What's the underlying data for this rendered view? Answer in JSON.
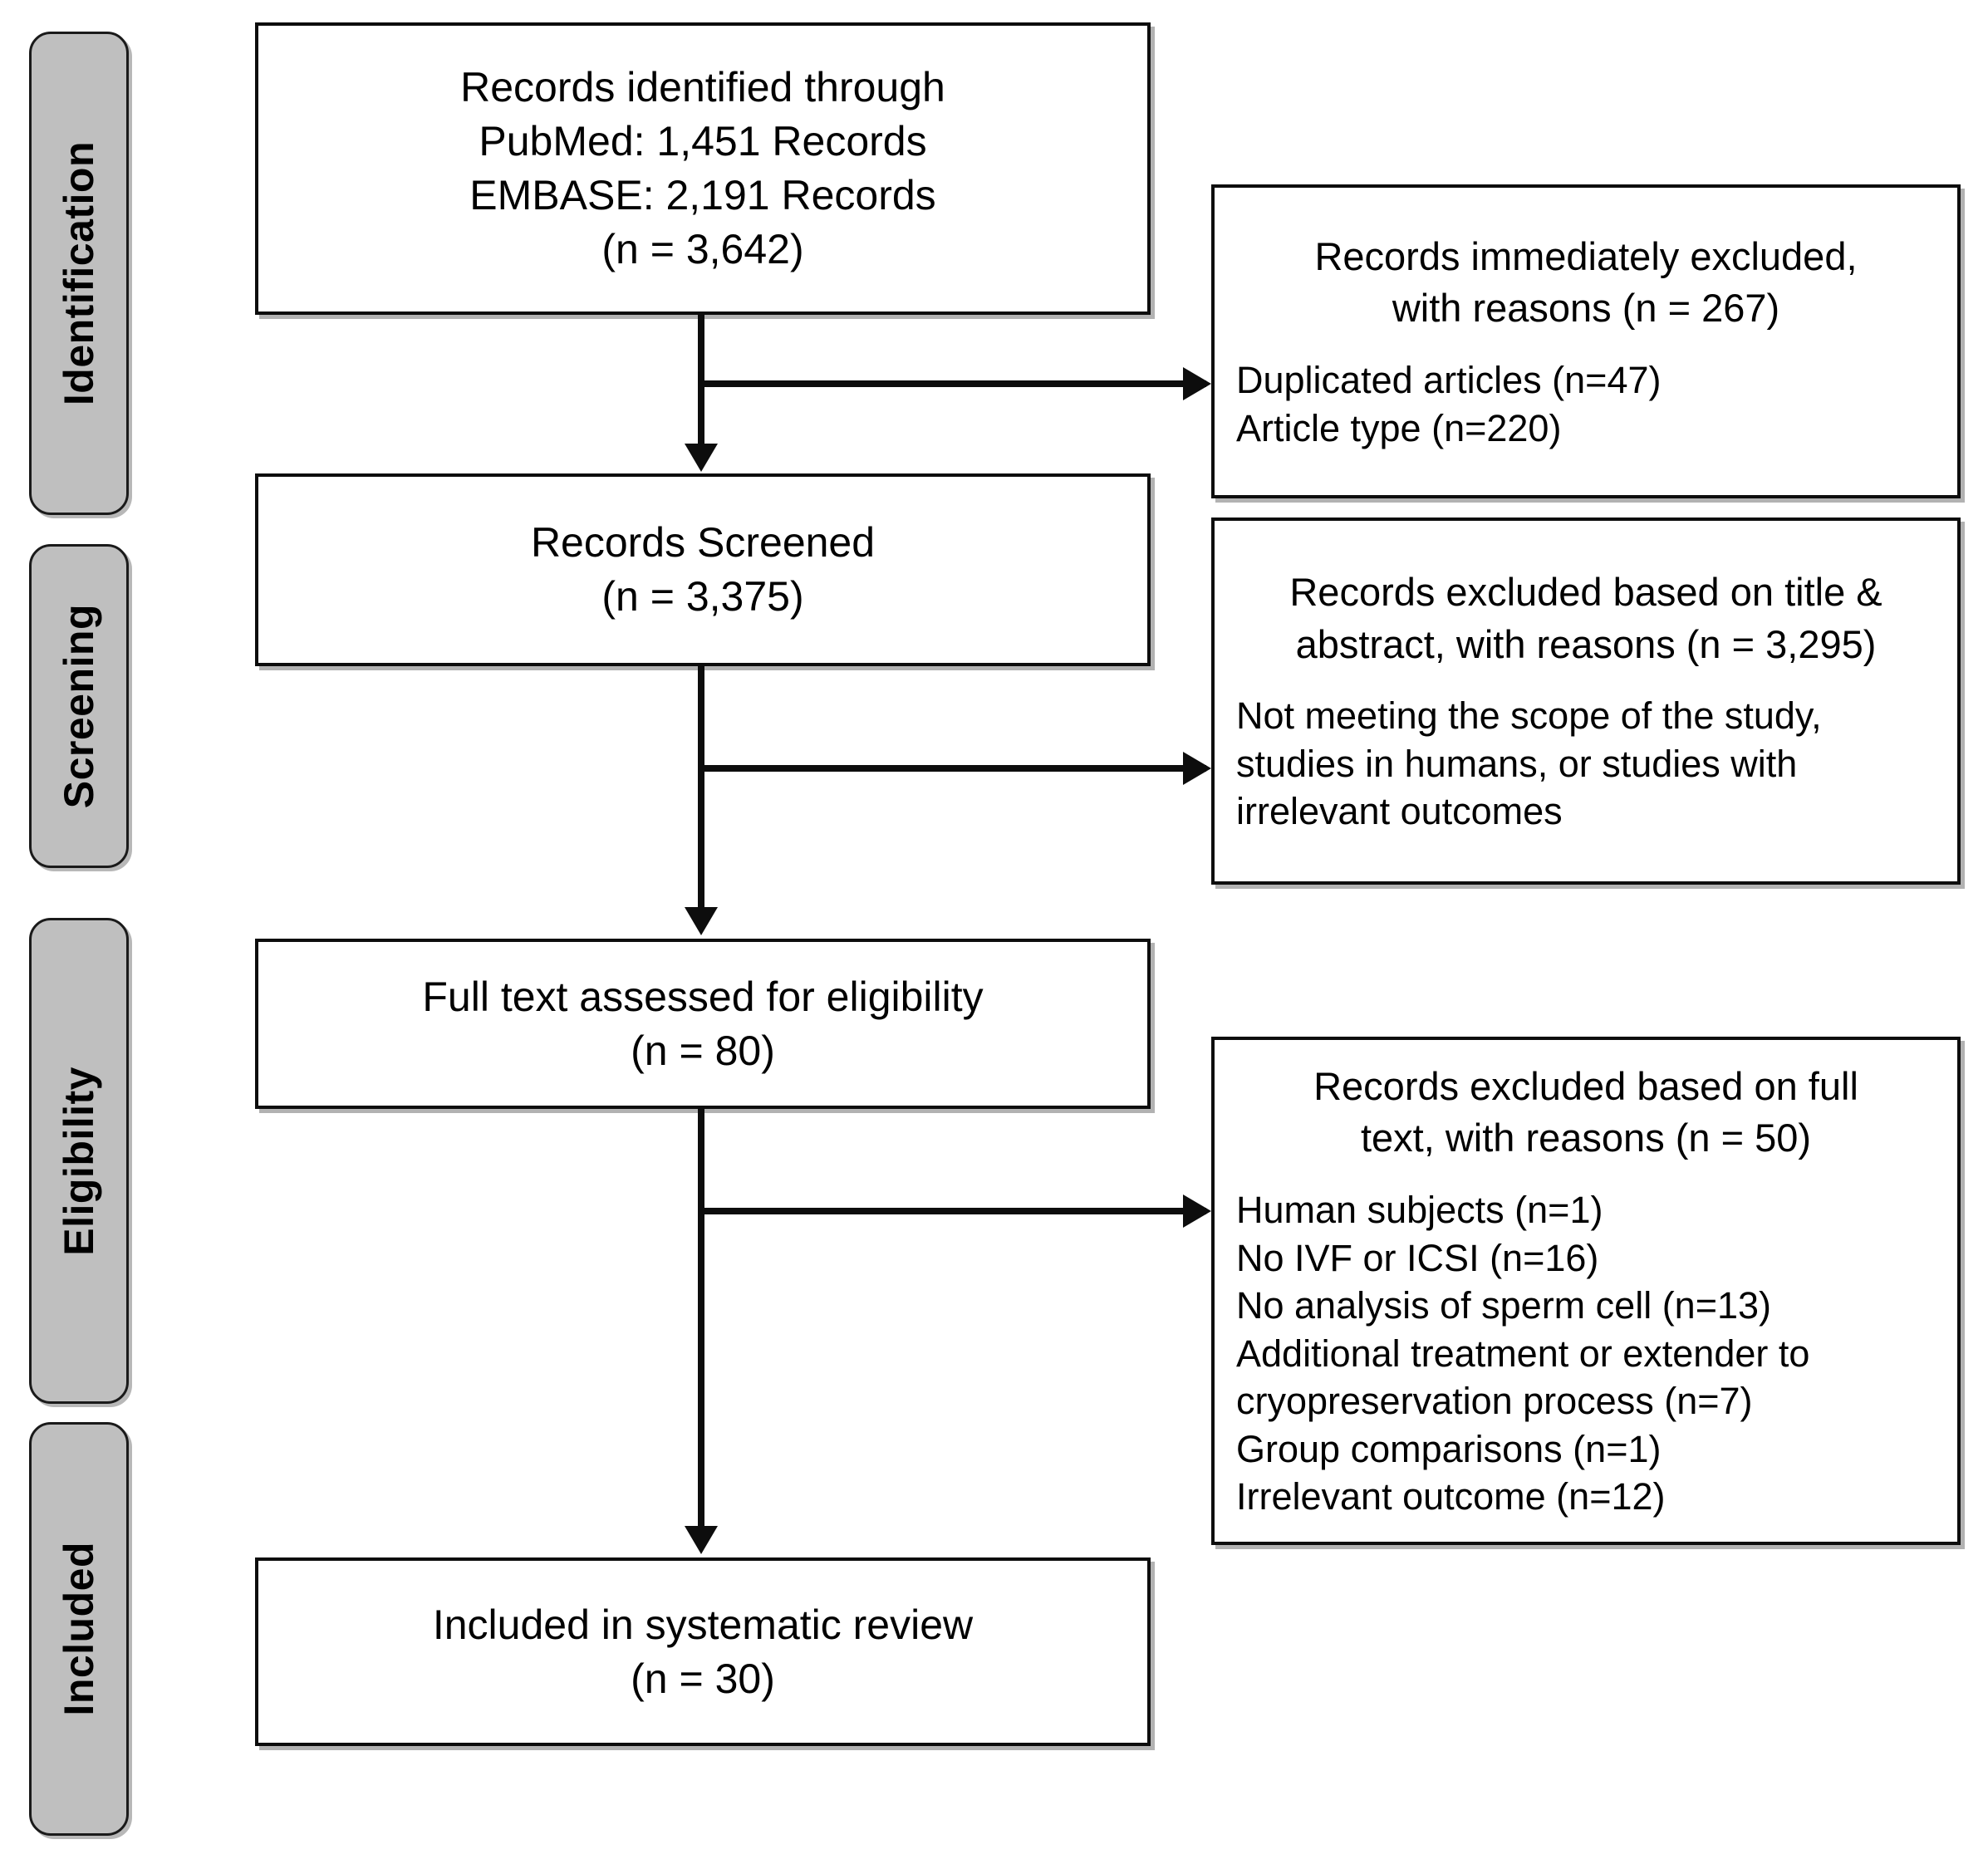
{
  "diagram": {
    "type": "prisma-flow-diagram",
    "stages": [
      {
        "id": "identification",
        "label": "Identification"
      },
      {
        "id": "screening",
        "label": "Screening"
      },
      {
        "id": "eligibility",
        "label": "Eligibility"
      },
      {
        "id": "included",
        "label": "Included"
      }
    ],
    "flow_boxes": [
      {
        "id": "records-identified",
        "lines": [
          "Records identified through",
          "PubMed: 1,451 Records",
          "EMBASE: 2,191 Records",
          "(n = 3,642)"
        ]
      },
      {
        "id": "records-screened",
        "lines": [
          "Records Screened",
          "(n = 3,375)"
        ]
      },
      {
        "id": "full-text-assessed",
        "lines": [
          "Full text assessed for eligibility",
          "(n = 80)"
        ]
      },
      {
        "id": "included-in-review",
        "lines": [
          "Included in systematic review",
          "(n = 30)"
        ]
      }
    ],
    "exclusion_boxes": [
      {
        "id": "excluded-immediately",
        "heading": [
          "Records immediately excluded,",
          "with reasons (n = 267)"
        ],
        "reasons": [
          "Duplicated articles (n=47)",
          "Article type (n=220)"
        ]
      },
      {
        "id": "excluded-title-abstract",
        "heading": [
          "Records excluded based on title &",
          "abstract, with reasons (n = 3,295)"
        ],
        "reasons": [
          "Not meeting the scope of the study,",
          "studies in humans, or studies with",
          "irrelevant outcomes"
        ]
      },
      {
        "id": "excluded-full-text",
        "heading": [
          "Records excluded based on full",
          "text, with reasons (n = 50)"
        ],
        "reasons": [
          "Human subjects (n=1)",
          "No IVF or ICSI (n=16)",
          "No analysis of sperm cell (n=13)",
          "Additional treatment or extender to",
          "cryopreservation process (n=7)",
          "Group comparisons (n=1)",
          "Irrelevant outcome (n=12)"
        ]
      }
    ],
    "colors": {
      "stage_fill": "#bfbfbf",
      "stroke": "#0d0d0d",
      "box_fill": "#ffffff",
      "text": "#000000"
    }
  }
}
